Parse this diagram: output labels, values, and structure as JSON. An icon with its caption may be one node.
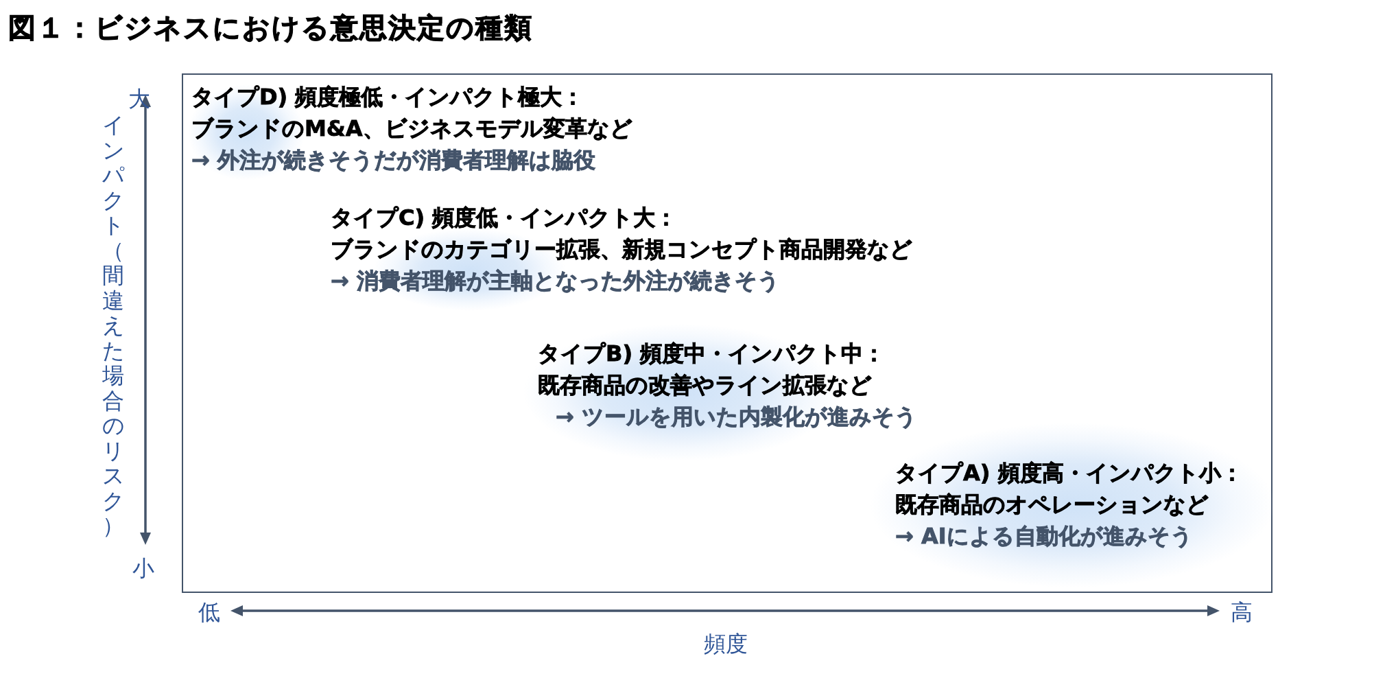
{
  "diagram": {
    "title": "図１：ビジネスにおける意思決定の種類",
    "nodes": [
      {
        "text": [],
        "shape": "box"
      },
      {
        "text": [
          "タイプD) 頻度極低・インパクト極大：",
          "ブランドのM&A、ビジネスモデル変革など",
          "→ 外注が続きそうだが消費者理解は脇役"
        ],
        "in": 0
      },
      {
        "text": [
          "タイプC) 頻度低・インパクト大：",
          "ブランドのカテゴリー拡張、新規コンセプト商品開発など",
          "→ 消費者理解が主軸となった外注が続きそう"
        ],
        "in": 0
      },
      {
        "text": [
          "タイプB) 頻度中・インパクト中：",
          "既存商品の改善やライン拡張など",
          "→ ツールを用いた内製化が進みそう"
        ],
        "in": 0
      },
      {
        "text": [
          "タイプA) 頻度高・インパクト小：",
          "既存商品のオペレーションなど",
          "→ AIによる自動化が進みそう"
        ],
        "in": 0
      }
    ],
    "labels": [
      "大",
      "インパクト（間違えた場合のリスク）",
      "小",
      "低",
      "高",
      "頻度"
    ]
  }
}
